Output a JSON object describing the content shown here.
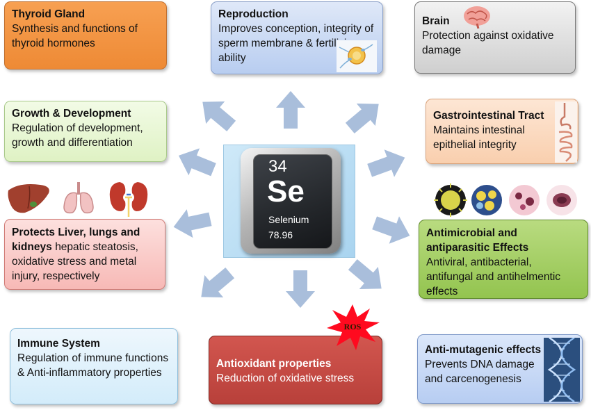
{
  "center": {
    "atomic_number": "34",
    "symbol": "Se",
    "name": "Selenium",
    "mass": "78.96"
  },
  "boxes": {
    "thyroid": {
      "title": "Thyroid Gland",
      "desc": "Synthesis and functions of thyroid hormones"
    },
    "reproduction": {
      "title": "Reproduction",
      "desc": "Improves conception, integrity of sperm membrane & fertilizing ability"
    },
    "brain": {
      "title": "Brain",
      "desc": "Protection against oxidative damage"
    },
    "growth": {
      "title": "Growth & Development",
      "desc": "Regulation of development, growth and differentiation"
    },
    "gi": {
      "title": "Gastrointestinal Tract",
      "desc": "Maintains intestinal epithelial integrity"
    },
    "liver": {
      "title": "Protects Liver, lungs and kidneys",
      "desc": "hepatic steatosis, oxidative stress and metal injury, respectively"
    },
    "antimicrobial": {
      "title": "Antimicrobial and antiparasitic  Effects",
      "desc": "Antiviral, antibacterial, antifungal and  antihelmentic effects"
    },
    "immune": {
      "title": "Immune System",
      "desc": "Regulation of immune functions & Anti-inflammatory properties"
    },
    "antioxidant": {
      "title": "Antioxidant properties",
      "desc": "Reduction of oxidative stress"
    },
    "antimutagenic": {
      "title": "Anti-mutagenic effects",
      "desc": "Prevents DNA damage and carcenogenesis"
    }
  },
  "ros_label": "ROS",
  "icons": [
    "sperm-icon",
    "brain-icon",
    "digestive-tract-icon",
    "liver-icon",
    "lungs-icon",
    "kidney-icon",
    "microbe-icons",
    "ros-burst-icon",
    "dna-icon"
  ],
  "colors": {
    "arrow": "#a9bedb",
    "thyroid": "#ee8a35",
    "reproduction": "#b8cdf0",
    "brain": "#cfcfcf",
    "growth": "#dff2c4",
    "gi": "#f9cfae",
    "liver": "#f7b9b6",
    "antimicrobial": "#93c44f",
    "immune": "#d3ecfa",
    "antioxidant": "#b8403a",
    "antimutagenic": "#b7cdf2"
  }
}
